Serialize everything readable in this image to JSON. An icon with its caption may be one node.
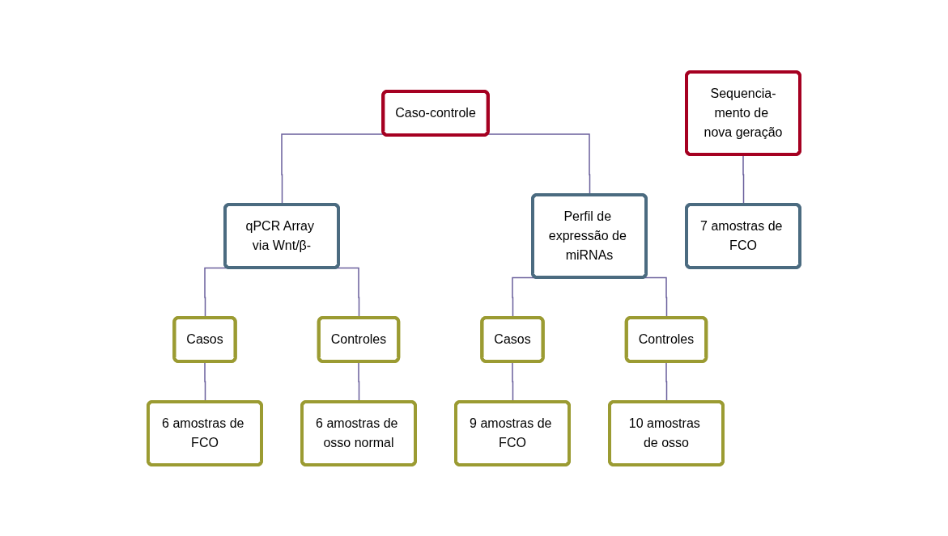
{
  "diagram": {
    "nodes": [
      {
        "text": [
          "Caso-controle"
        ]
      },
      {
        "text": [
          "qPCR Array via Wnt/β-"
        ]
      },
      {
        "text": [
          "Perfil de expressão de miRNAs"
        ]
      },
      {
        "text": [
          "Casos"
        ]
      },
      {
        "text": [
          "Controles"
        ]
      },
      {
        "text": [
          "6 amostras de FCO"
        ]
      },
      {
        "text": [
          "6 amostras de osso normal"
        ]
      },
      {
        "text": [
          "Casos"
        ]
      },
      {
        "text": [
          "Controles"
        ]
      },
      {
        "text": [
          "9 amostras de FCO"
        ]
      },
      {
        "text": [
          "10 amostras de osso"
        ]
      },
      {
        "text": [
          "Sequencia-mento de nova geração"
        ]
      },
      {
        "text": [
          "7 amostras de FCO"
        ]
      }
    ],
    "edges": [
      {
        "from": 0,
        "to": 1,
        "arrow": "none"
      },
      {
        "from": 0,
        "to": 2,
        "arrow": "none"
      },
      {
        "from": 1,
        "to": 3,
        "arrow": "none"
      },
      {
        "from": 1,
        "to": 4,
        "arrow": "none"
      },
      {
        "from": 3,
        "to": 5,
        "arrow": "none"
      },
      {
        "from": 4,
        "to": 6,
        "arrow": "none"
      },
      {
        "from": 2,
        "to": 7,
        "arrow": "none"
      },
      {
        "from": 2,
        "to": 8,
        "arrow": "none"
      },
      {
        "from": 7,
        "to": 9,
        "arrow": "none"
      },
      {
        "from": 8,
        "to": 10,
        "arrow": "none"
      },
      {
        "from": 11,
        "to": 12,
        "arrow": "none"
      }
    ]
  }
}
